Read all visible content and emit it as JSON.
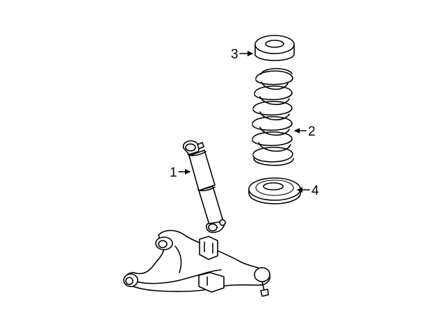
{
  "callouts": [
    {
      "number": "1",
      "part": "shock-absorber"
    },
    {
      "number": "2",
      "part": "coil-spring"
    },
    {
      "number": "3",
      "part": "upper-insulator"
    },
    {
      "number": "4",
      "part": "lower-insulator"
    }
  ],
  "colors": {
    "line": "#000000",
    "background": "#ffffff"
  }
}
